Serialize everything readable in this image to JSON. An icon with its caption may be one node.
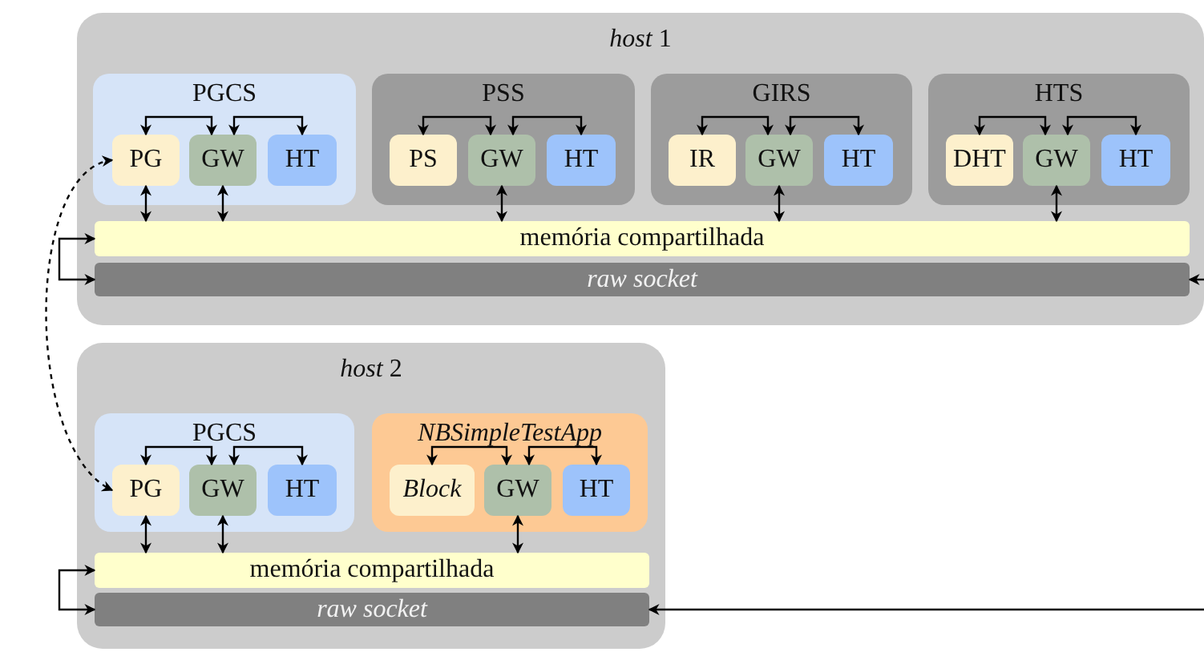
{
  "diagram": {
    "nodes": [
      {
        "text": [
          "*host* 1"
        ]
      },
      {
        "text": [
          "PGCS"
        ],
        "in": 0
      },
      {
        "text": [
          "PG"
        ],
        "in": 1
      },
      {
        "text": [
          "GW"
        ],
        "in": 1
      },
      {
        "text": [
          "HT"
        ],
        "in": 1
      },
      {
        "text": [
          "PSS"
        ],
        "in": 0
      },
      {
        "text": [
          "PS"
        ],
        "in": 5
      },
      {
        "text": [
          "GW"
        ],
        "in": 5
      },
      {
        "text": [
          "HT"
        ],
        "in": 5
      },
      {
        "text": [
          "GIRS"
        ],
        "in": 0
      },
      {
        "text": [
          "IR"
        ],
        "in": 9
      },
      {
        "text": [
          "GW"
        ],
        "in": 9
      },
      {
        "text": [
          "HT"
        ],
        "in": 9
      },
      {
        "text": [
          "HTS"
        ],
        "in": 0
      },
      {
        "text": [
          "DHT"
        ],
        "in": 13
      },
      {
        "text": [
          "GW"
        ],
        "in": 13
      },
      {
        "text": [
          "HT"
        ],
        "in": 13
      },
      {
        "text": [
          "memória compartilhada"
        ],
        "in": 0
      },
      {
        "text": [
          "raw socket"
        ],
        "in": 0
      },
      {
        "text": [
          "*host* 2"
        ]
      },
      {
        "text": [
          "PGCS"
        ],
        "in": 19
      },
      {
        "text": [
          "PG"
        ],
        "in": 20
      },
      {
        "text": [
          "GW"
        ],
        "in": 20
      },
      {
        "text": [
          "HT"
        ],
        "in": 20
      },
      {
        "text": [
          "NBSimpleTestApp"
        ],
        "in": 19
      },
      {
        "text": [
          "Block"
        ],
        "in": 24
      },
      {
        "text": [
          "GW"
        ],
        "in": 24
      },
      {
        "text": [
          "HT"
        ],
        "in": 24
      },
      {
        "text": [
          "memória compartilhada"
        ],
        "in": 19
      },
      {
        "text": [
          "raw socket"
        ],
        "in": 19
      }
    ],
    "edges": [
      {
        "from": 2,
        "to": 3,
        "arrow": "both"
      },
      {
        "from": 3,
        "to": 4,
        "arrow": "both"
      },
      {
        "from": 6,
        "to": 7,
        "arrow": "both"
      },
      {
        "from": 7,
        "to": 8,
        "arrow": "both"
      },
      {
        "from": 10,
        "to": 11,
        "arrow": "both"
      },
      {
        "from": 11,
        "to": 12,
        "arrow": "both"
      },
      {
        "from": 14,
        "to": 15,
        "arrow": "both"
      },
      {
        "from": 15,
        "to": 16,
        "arrow": "both"
      },
      {
        "from": 2,
        "to": 17,
        "arrow": "both"
      },
      {
        "from": 3,
        "to": 17,
        "arrow": "both"
      },
      {
        "from": 7,
        "to": 17,
        "arrow": "both"
      },
      {
        "from": 11,
        "to": 17,
        "arrow": "both"
      },
      {
        "from": 15,
        "to": 17,
        "arrow": "both"
      },
      {
        "from": 17,
        "to": 18,
        "arrow": "both"
      },
      {
        "from": null,
        "to": 18,
        "arrow": "to"
      },
      {
        "from": 2,
        "to": 21,
        "arrow": "both",
        "style": "dashed"
      },
      {
        "from": 21,
        "to": 22,
        "arrow": "both"
      },
      {
        "from": 22,
        "to": 23,
        "arrow": "both"
      },
      {
        "from": 25,
        "to": 26,
        "arrow": "both"
      },
      {
        "from": 26,
        "to": 27,
        "arrow": "both"
      },
      {
        "from": 21,
        "to": 28,
        "arrow": "both"
      },
      {
        "from": 22,
        "to": 28,
        "arrow": "both"
      },
      {
        "from": 26,
        "to": 28,
        "arrow": "both"
      },
      {
        "from": 28,
        "to": 29,
        "arrow": "both"
      },
      {
        "from": null,
        "to": 29,
        "arrow": "to"
      }
    ]
  }
}
